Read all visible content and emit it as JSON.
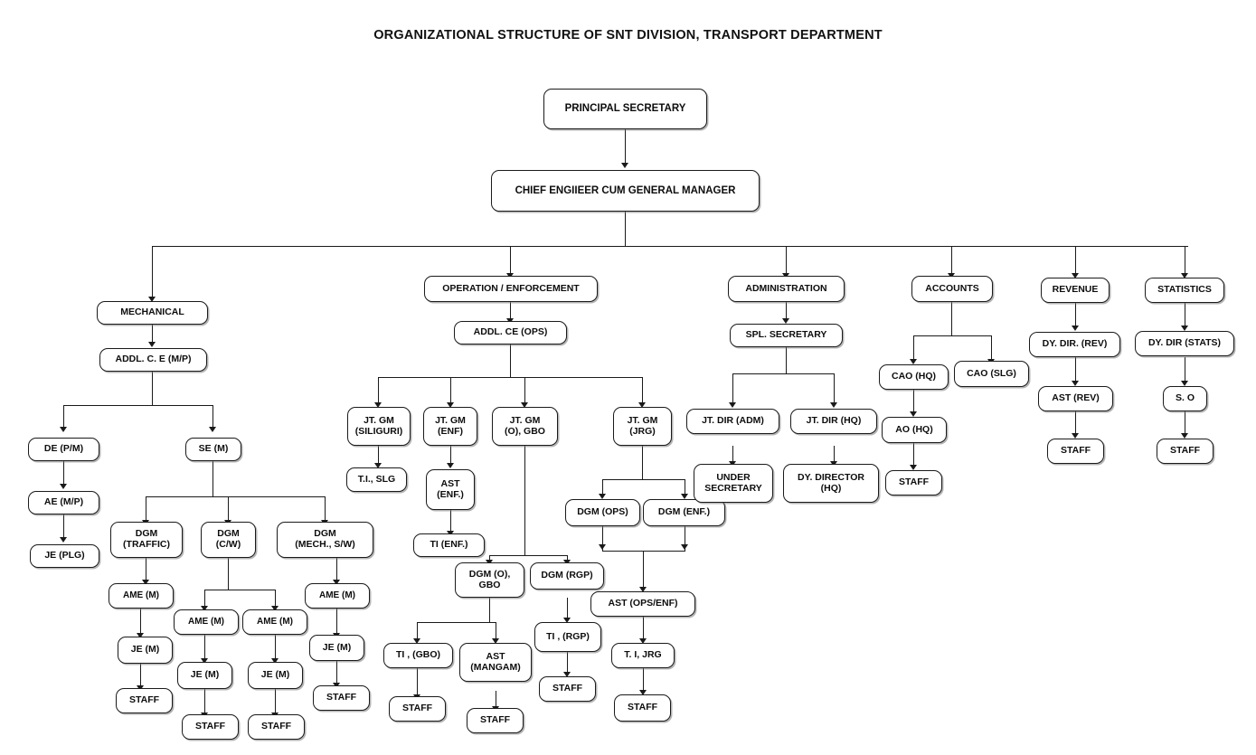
{
  "title": "ORGANIZATIONAL STRUCTURE OF SNT DIVISION, TRANSPORT DEPARTMENT",
  "nodes": {
    "principal_secretary": "PRINCIPAL SECRETARY",
    "ce_gm": "CHIEF ENGIIEER CUM GENERAL MANAGER",
    "mechanical": "MECHANICAL",
    "addl_ce_mp": "ADDL. C. E (M/P)",
    "de_pm": "DE (P/M)",
    "ae_mp": "AE (M/P)",
    "je_plg": "JE (PLG)",
    "se_m": "SE (M)",
    "dgm_traffic": "DGM\n(TRAFFIC)",
    "dgm_cw": "DGM\n(C/W)",
    "dgm_mech_sw": "DGM\n(MECH., S/W)",
    "ame_m_1": "AME (M)",
    "je_m_1": "JE (M)",
    "staff_m_1": "STAFF",
    "ame_m_2": "AME (M)",
    "je_m_2": "JE (M)",
    "staff_m_2": "STAFF",
    "ame_m_3": "AME (M)",
    "je_m_3": "JE (M)",
    "staff_m_3": "STAFF",
    "ame_m_4": "AME (M)",
    "je_m_4": "JE (M)",
    "staff_m_4": "STAFF",
    "operation_enforcement": "OPERATION / ENFORCEMENT",
    "addl_ce_ops": "ADDL. CE (OPS)",
    "jt_gm_siliguri": "JT. GM\n(SILIGURI)",
    "ti_slg": "T.I., SLG",
    "jt_gm_enf": "JT. GM\n(ENF)",
    "ast_enf": "AST\n(ENF.)",
    "ti_enf": "TI (ENF.)",
    "jt_gm_o_gbo": "JT. GM\n(O), GBO",
    "dgm_o_gbo": "DGM (O),\nGBO",
    "dgm_rgp": "DGM (RGP)",
    "ti_gbo": "TI , (GBO)",
    "staff_gbo": "STAFF",
    "ast_mangam": "AST\n(MANGAM)",
    "staff_mangam": "STAFF",
    "ti_rgp": "TI , (RGP)",
    "staff_rgp": "STAFF",
    "jt_gm_jrg": "JT. GM\n(JRG)",
    "dgm_ops": "DGM (OPS)",
    "dgm_enf": "DGM (ENF.)",
    "ast_ops_enf": "AST (OPS/ENF)",
    "ti_jrg": "T. I, JRG",
    "staff_jrg": "STAFF",
    "administration": "ADMINISTRATION",
    "spl_secretary": "SPL. SECRETARY",
    "jt_dir_adm": "JT. DIR (ADM)",
    "under_secretary": "UNDER\nSECRETARY",
    "jt_dir_hq": "JT. DIR (HQ)",
    "dy_director_hq": "DY. DIRECTOR\n(HQ)",
    "accounts": "ACCOUNTS",
    "cao_hq": "CAO (HQ)",
    "cao_slg": "CAO (SLG)",
    "ao_hq": "AO (HQ)",
    "staff_acc": "STAFF",
    "revenue": "REVENUE",
    "dy_dir_rev": "DY. DIR. (REV)",
    "ast_rev": "AST (REV)",
    "staff_rev": "STAFF",
    "statistics": "STATISTICS",
    "dy_dir_stats": "DY. DIR (STATS)",
    "so": "S. O",
    "staff_stats": "STAFF"
  },
  "colors": {
    "line": "#1a1a1a",
    "box_border": "#1a1a1a",
    "background": "#ffffff",
    "text": "#0d0d0d"
  }
}
